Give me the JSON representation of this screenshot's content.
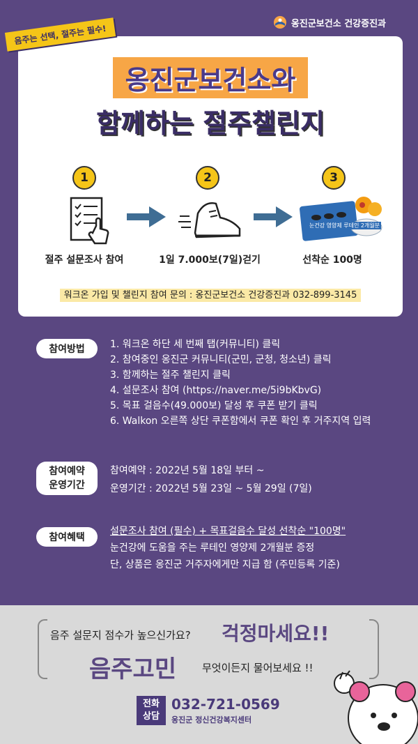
{
  "header": {
    "org": "옹진군보건소 건강증진과",
    "slogan": "음주는 선택, 절주는 필수!"
  },
  "card": {
    "title_line1": "옹진군보건소와",
    "title_line2": "함께하는 절주챌린지",
    "steps": [
      {
        "num": "1",
        "label": "절주 설문조사 참여",
        "icon": "survey-form-icon"
      },
      {
        "num": "2",
        "label": "1일 7.000보(7일)걷기",
        "icon": "shoe-icon"
      },
      {
        "num": "3",
        "label": "선착순 100명",
        "icon": "supplement-icon"
      }
    ],
    "supplement_text": "눈건강 영양제 루테인 2개월분",
    "inquiry": "워크온 가입 및 챌린지 참여 문의 : 옹진군보건소 건강증진과 032-899-3145"
  },
  "method": {
    "tag": "참여방법",
    "lines": [
      "1. 워크온 하단 세 번째 탭(커뮤니티) 클릭",
      "2. 참여중인 옹진군  커뮤니티(군민, 군청, 청소년) 클릭",
      "3. 함께하는 절주 챌린지 클릭",
      "4. 설문조사 참여 (https://naver.me/5i9bKbvG)",
      "5.  목표 걸음수(49.000보) 달성 후 쿠폰 받기 클릭",
      "6.  Walkon 오른쪽 상단 쿠폰함에서 쿠폰  확인 후  거주지역 입력"
    ]
  },
  "period": {
    "tag_line1": "참여예약",
    "tag_line2": "운영기간",
    "lines": [
      "참여예약 : 2022년  5월  18일 부터 ~",
      "운영기간 : 2022년  5월  23일 ~ 5월  29일 (7일)"
    ]
  },
  "benefit": {
    "tag": "참여혜택",
    "lines": [
      "설문조사 참여 (필수) +  목표걸음수 달성 선착순  \"100명\"",
      "눈건강에 도움을 주는 루테인 영양제 2개월분 증정",
      "단, 상품은 옹진군 거주자에게만 지급 함 (주민등록 기준)"
    ]
  },
  "bottom": {
    "question": "음주 설문지 점수가 높으신가요?",
    "reassure": "걱정마세요!!",
    "headline": "음주고민",
    "ask": "무엇이든지 물어보세요 !!",
    "phone_label_1": "전화",
    "phone_label_2": "상담",
    "phone": "032-721-0569",
    "center": "옹진군 정신건강복지센터"
  },
  "colors": {
    "background": "#5a4781",
    "accent_orange": "#f7a646",
    "accent_yellow": "#f5c518"
  }
}
